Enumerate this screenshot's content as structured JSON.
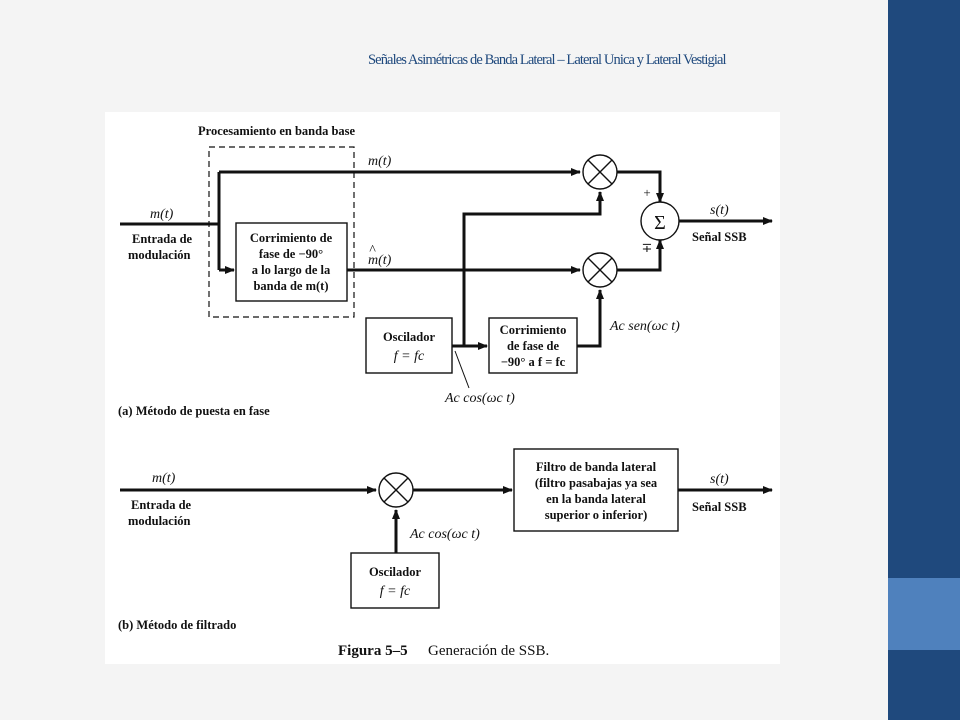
{
  "slide": {
    "title": "Señales Asimétricas de Banda Lateral – Lateral Unica y Lateral Vestigial",
    "colors": {
      "bar_dark": "#1f497d",
      "bar_light": "#4f81bd",
      "background": "#f4f4f4"
    }
  },
  "part_a": {
    "baseband_label": "Procesamiento en banda base",
    "input_signal": "m(t)",
    "input_label_1": "Entrada de",
    "input_label_2": "modulación",
    "upper_signal": "m(t)",
    "lower_signal": "m(t)",
    "phase_shift_block": [
      "Corrimiento de",
      "fase de −90°",
      "a lo largo de la",
      "banda de m(t)"
    ],
    "oscillator_block": [
      "Oscilador",
      "f = fc"
    ],
    "phase_shift_90_block": [
      "Corrimiento",
      "de fase de",
      "−90° a f = fc"
    ],
    "cos_label": "Ac cos(ωc t)",
    "sin_label": "Ac sen(ωc t)",
    "sum_symbol": "Σ",
    "plus_sign": "+",
    "minus_plus_sign": "∓",
    "output_signal": "s(t)",
    "output_label": "Señal SSB",
    "caption": "(a) Método de puesta en fase"
  },
  "part_b": {
    "input_signal": "m(t)",
    "input_label_1": "Entrada de",
    "input_label_2": "modulación",
    "filter_block": [
      "Filtro de banda lateral",
      "(filtro pasabajas ya sea",
      "en la banda lateral",
      "superior o inferior)"
    ],
    "cos_label": "Ac cos(ωc t)",
    "oscillator_block": [
      "Oscilador",
      "f = fc"
    ],
    "output_signal": "s(t)",
    "output_label": "Señal SSB",
    "caption": "(b) Método de filtrado"
  },
  "figure": {
    "number": "Figura 5–5",
    "caption": "Generación de SSB."
  }
}
